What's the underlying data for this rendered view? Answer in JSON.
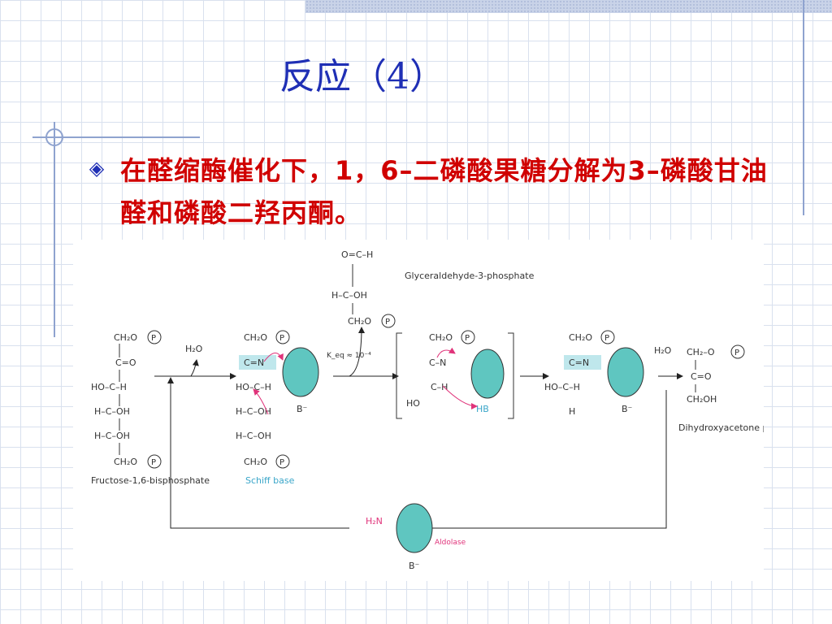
{
  "slide": {
    "title": "反应（4）",
    "bullet_glyph": "◈",
    "bullet_text": "在醛缩酶催化下，1，6–二磷酸果糖分解为3–磷酸甘油醛和磷酸二羟丙酮。"
  },
  "figure": {
    "label_fbp": "Fructose-1,6-bisphosphate",
    "label_gap": "Glyceraldehyde-3-phosphate",
    "label_dhap": "Dihydroxyacetone phosphate",
    "label_schiff": "Schiff base",
    "label_aldolase": "Aldolase",
    "keq": "K_eq ≈ 10⁻⁴",
    "h2o": "H₂O",
    "h2n": "H₂N",
    "phosphate": "P",
    "base": "B⁻",
    "colors": {
      "enzyme": "#5fc6c0",
      "arrow_pink": "#e0337a",
      "schiff_highlight": "#bfe7ec",
      "carbon_number": "#e0337a"
    }
  }
}
